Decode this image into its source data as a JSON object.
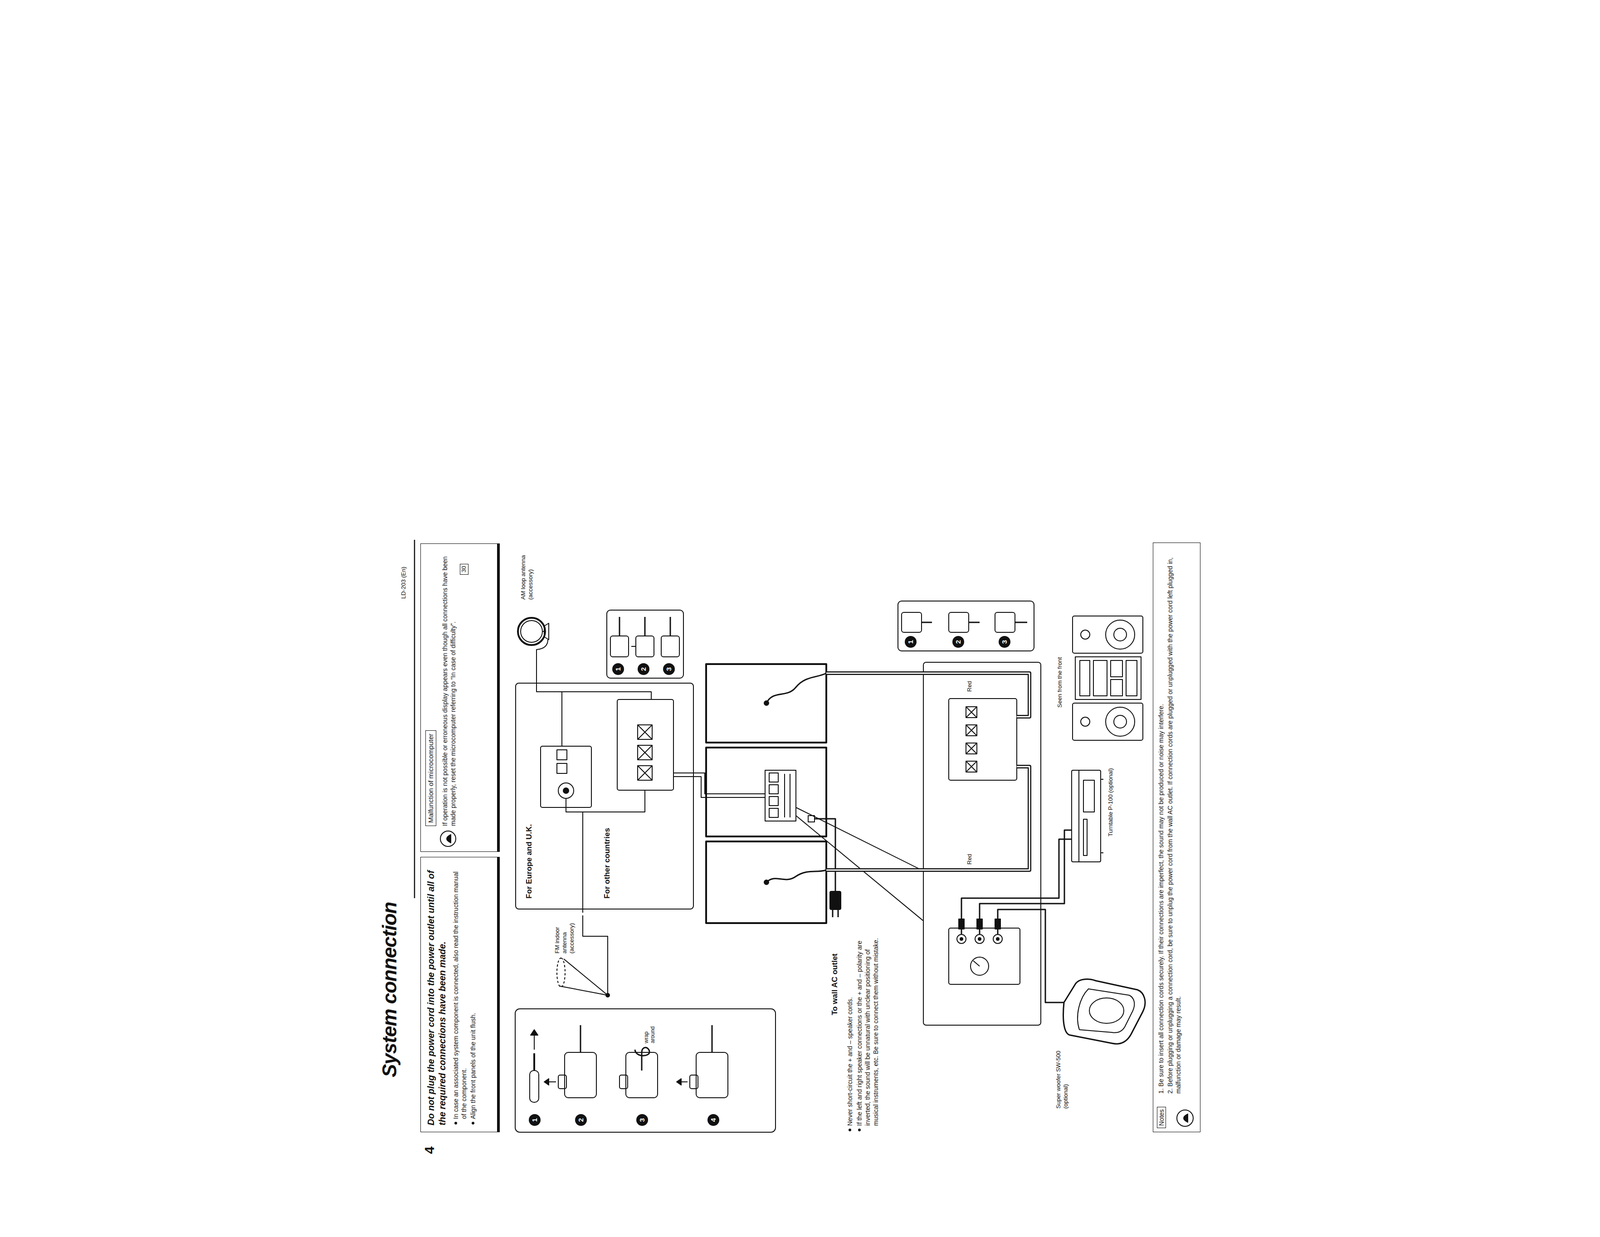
{
  "diagram": {
    "title": "System connection",
    "nodes": [
      {
        "text": [
          "Do not plug the power cord into the power outlet until all of the required connections have been made.",
          "In case an associated system component is connected, also read the instruction manual of the component.",
          "Align the front panels of the unit flush."
        ]
      },
      {
        "text": [
          "Malfunction of microcomputer",
          "If operation is not possible or erroneous display appears even though all connections have been made properly, reset the microcomputer referring to “In case of difficulty”.",
          "30"
        ]
      },
      {
        "text": [
          "For Europe and U.K.",
          "For other countries"
        ]
      },
      {
        "text": [
          "FM indoor antenna (accessory)"
        ]
      },
      {
        "text": [
          "AM loop antenna (accessory)"
        ]
      },
      {
        "text": [
          "Turntable P-100 (optional)"
        ]
      },
      {
        "text": [
          "Super woofer SW-500 (optional)"
        ]
      },
      {
        "text": [
          "Seen from the front"
        ]
      },
      {
        "text": [
          "Notes",
          "1. Be sure to insert all connection cords securely. If their connections are imperfect, the sound may not be produced or noise may interfere.",
          "2. Before plugging or unplugging a connection cord, be sure to unplug the power cord from the wall AC outlet. If connection cords are plugged or unplugged with the power cord left plugged in, malfunction or damage may result."
        ]
      }
    ],
    "edges": [
      {
        "from": 3,
        "to": 2,
        "arrow": "none"
      },
      {
        "from": 4,
        "to": 2,
        "arrow": "none"
      }
    ],
    "labels": [
      "LD-203 (En)",
      "4",
      "1",
      "2",
      "3",
      "4",
      "wrap around",
      "1",
      "2",
      "3",
      "To wall AC outlet",
      "Never short-circuit the + and – speaker cords.",
      "If the left and right speaker connections or the + and – polarity are inverted, the sound will be unnatural with unclear positioning of musical instruments, etc. Be sure to connect them without mistake.",
      "Red",
      "Red",
      "1",
      "2",
      "3"
    ]
  }
}
